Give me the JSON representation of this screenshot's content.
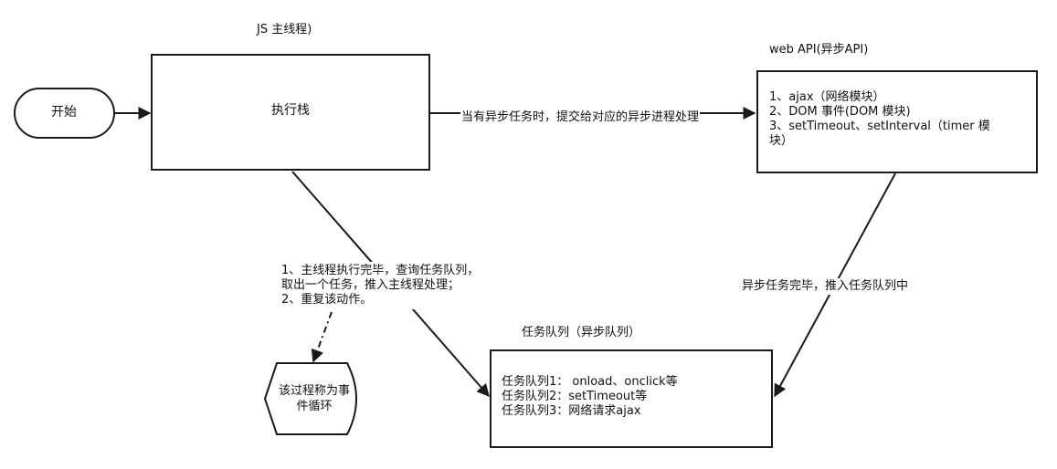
{
  "nodes": {
    "start": {
      "label": "开始"
    },
    "call_stack": {
      "title": "JS 主线程)",
      "label": "执行栈"
    },
    "web_api": {
      "title": "web API(异步API)",
      "lines": [
        "1、ajax（网络模块）",
        "2、DOM 事件(DOM 模块)",
        "3、setTimeout、setInterval（timer 模",
        "块）"
      ]
    },
    "task_queue": {
      "title": "任务队列（异步队列）",
      "lines": [
        "任务队列1： onload、onclick等",
        "任务队列2：setTimeout等",
        "任务队列3：网络请求ajax"
      ]
    },
    "event_loop": {
      "line1": "该过程称为事",
      "line2": "件循环"
    }
  },
  "edges": {
    "stack_to_webapi": "当有异步任务时，提交给对应的异步进程处理",
    "webapi_to_queue": "异步任务完毕，推入任务队列中",
    "queue_loop": [
      "1、主线程执行完毕，查询任务队列，",
      "取出一个任务，推入主线程处理；",
      "2、重复该动作。"
    ]
  }
}
